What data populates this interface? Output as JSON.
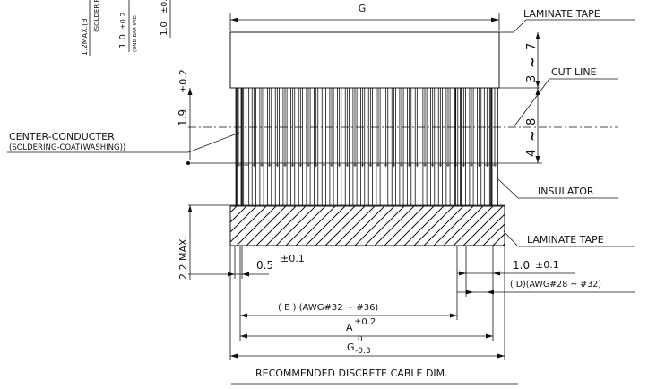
{
  "labels": {
    "laminate_tape_top": "LAMINATE TAPE",
    "cut_line": "CUT LINE",
    "center_conductor_1": "CENTER-CONDUCTER",
    "center_conductor_2": "(SOLDERING-COAT(WASHING))",
    "insulator": "INSULATOR",
    "laminate_tape_bottom": "LAMINATE TAPE",
    "recommended": "RECOMMENDED DISCRETE CABLE DIM."
  },
  "dims": {
    "g_top": "G",
    "tape_range_a": "3",
    "tape_range_tilde": "~",
    "tape_range_b": "7",
    "strip_range_a": "4",
    "strip_range_tilde": "~",
    "strip_range_b": "8",
    "solder_len": "1.9",
    "solder_tol": "±0.2",
    "max_22": "2.2 MAX.",
    "pitch_val": "0.5",
    "pitch_tol": "±0.1",
    "d_val": "1.0",
    "d_tol": "±0.1",
    "d_note": "( D)(AWG#28 ~ #32)",
    "e_note": "( E ) (AWG#32 ~ #36)",
    "a_val": "A",
    "a_tol": "±0.2",
    "g_bottom": "G",
    "g_tol_upper": "0",
    "g_tol_lower": "-0.3"
  },
  "side_notes": {
    "n1": "1.2MAX.(B",
    "n2": "(SOLDER P",
    "n3": "1.0",
    "n4": "±0.2",
    "n5": "(GND BAR WID",
    "n6": "1.0",
    "n7": "±0."
  }
}
